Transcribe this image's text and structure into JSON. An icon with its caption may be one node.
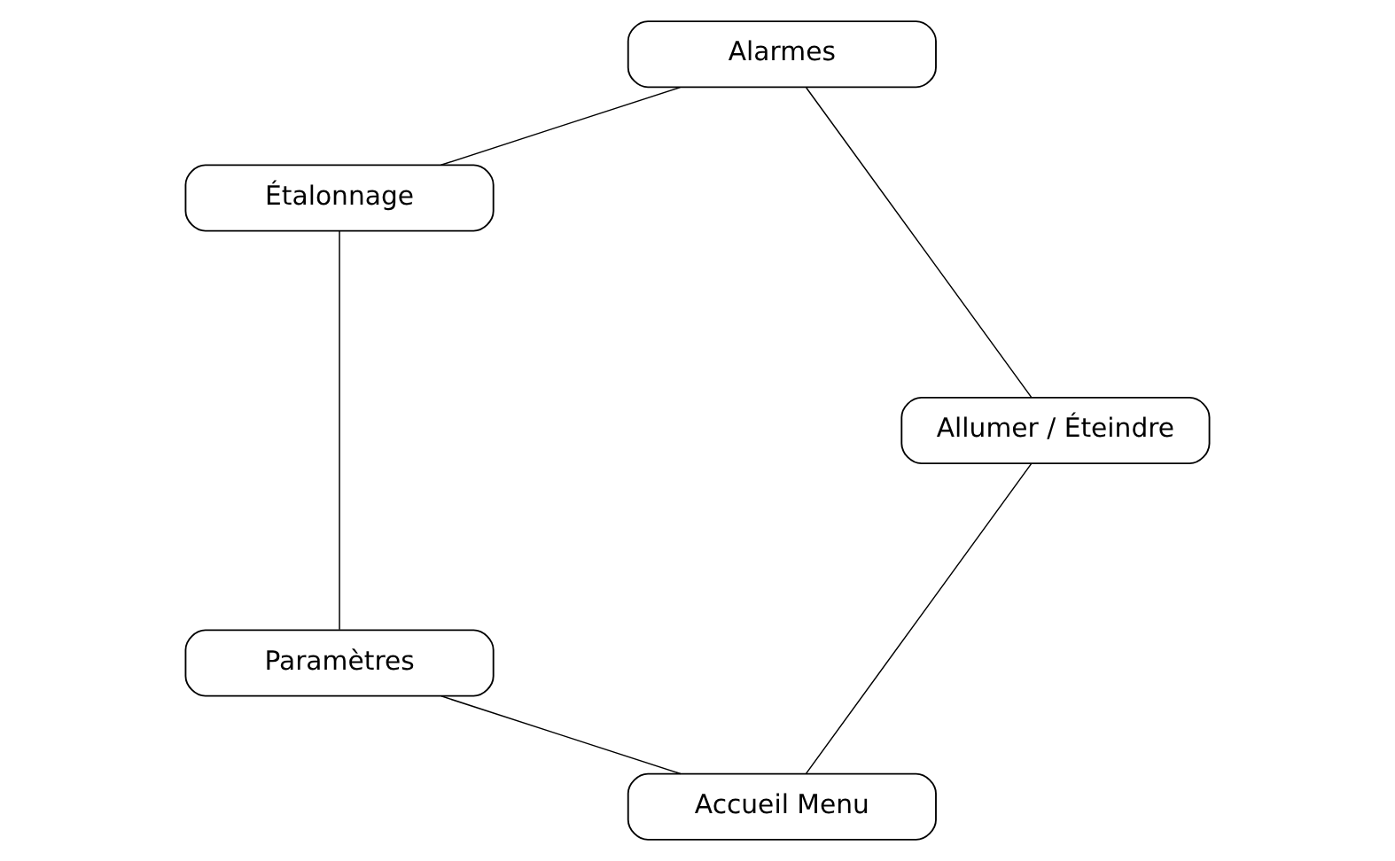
{
  "diagram": {
    "nodes": [
      {
        "text": [
          "Accueil Menu"
        ]
      },
      {
        "text": [
          "Allumer / Éteindre"
        ]
      },
      {
        "text": [
          "Paramètres"
        ]
      },
      {
        "text": [
          "Alarmes"
        ]
      },
      {
        "text": [
          "Étalonnage"
        ]
      }
    ],
    "edges": [
      {
        "from": 0,
        "to": 2,
        "arrow": "none"
      },
      {
        "from": 2,
        "to": 4,
        "arrow": "none"
      },
      {
        "from": 4,
        "to": 3,
        "arrow": "none"
      },
      {
        "from": 3,
        "to": 1,
        "arrow": "none"
      },
      {
        "from": 1,
        "to": 0,
        "arrow": "none"
      }
    ]
  }
}
